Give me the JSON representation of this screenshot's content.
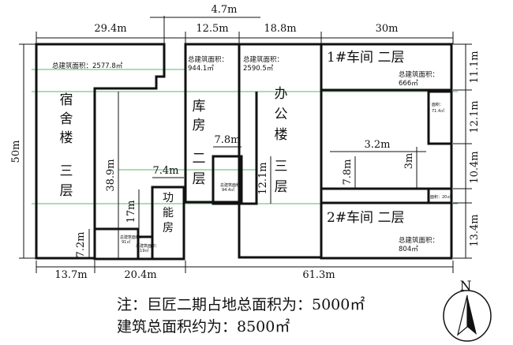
{
  "dimensions": {
    "top_29_4": "29.4m",
    "top_4_7": "4.7m",
    "top_12_5": "12.5m",
    "top_18_8": "18.8m",
    "top_30": "30m",
    "left_50": "50m",
    "right_11_1": "11.1m",
    "right_12_1": "12.1m",
    "right_10_4": "10.4m",
    "right_13_4": "13.4m",
    "bottom_13_7": "13.7m",
    "bottom_20_4": "20.4m",
    "bottom_61_3": "61.3m",
    "inner_38_9": "38.9m",
    "inner_17": "17m",
    "inner_7_2": "7.2m",
    "inner_7_4": "7.4m",
    "inner_7_8_h": "7.8m",
    "inner_12_1": "12.1m",
    "inner_7_8_v": "7.8m",
    "inner_3_2": "3.2m",
    "inner_3m": "3m"
  },
  "buildings": {
    "dorm": {
      "area": "总建筑面积：2577.8㎡",
      "name": [
        "宿",
        "舍",
        "楼"
      ],
      "floors": [
        "三",
        "层"
      ]
    },
    "warehouse": {
      "area_label": "总建筑面积：",
      "area_value": "944.1㎡",
      "name": [
        "库",
        "房"
      ],
      "floors": [
        "二",
        "层"
      ]
    },
    "office": {
      "area": "总建筑面积：",
      "area_value": "2590.5㎡",
      "name": [
        "办",
        "公",
        "楼"
      ],
      "floors": [
        "三",
        "层"
      ]
    },
    "workshop1": {
      "title": "1#车间 二层",
      "area": "总建筑面积：",
      "area_value": "666㎡"
    },
    "workshop2": {
      "title": "2#车间 二层",
      "area": "总建筑面积：",
      "area_value": "804㎡"
    },
    "function_room": {
      "name": [
        "功",
        "能",
        "房"
      ]
    },
    "small_room_a": {
      "area": "总建筑面积：",
      "value": "94.4㎡"
    },
    "small_room_b": {
      "area": "总建筑面积：",
      "value": "91㎡"
    },
    "small_room_c": {
      "area": "总建筑面积：",
      "value": "119㎡"
    },
    "small_room_d": {
      "area": "面积：",
      "value": "71.4㎡"
    },
    "small_room_e": {
      "area": "面积：20㎡"
    }
  },
  "north": "N",
  "notes": {
    "line1": "注：巨匠二期占地总面积为：5000㎡",
    "line2": "建筑总面积约为：8500㎡"
  }
}
